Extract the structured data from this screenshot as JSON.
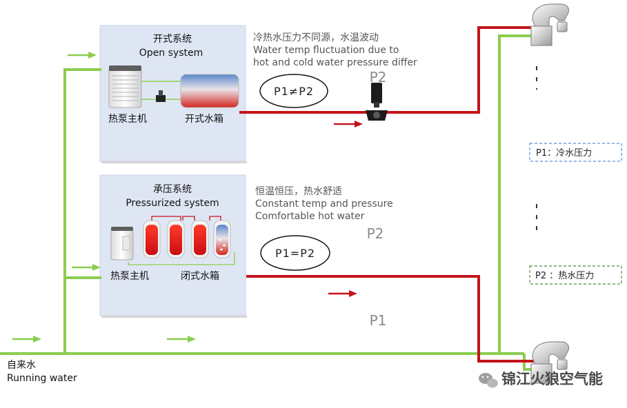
{
  "colors": {
    "hot_pipe": "#c4141b",
    "cold_pipe": "#8acd4f",
    "card_bg": "#dfe6f3",
    "card_border": "#c9d3e6",
    "legend_cold_border": "#5b8ed6",
    "legend_hot_border": "#4e8a3a"
  },
  "open_system": {
    "title_cn": "开式系统",
    "title_en": "Open system",
    "heat_pump_label": "热泵主机",
    "tank_label": "开式水箱",
    "note_cn": "冷热水压力不同源，水温波动",
    "note_en_1": "Water temp fluctuation due to",
    "note_en_2": "hot and cold water pressure differ",
    "pressure_relation": "P1≠P2",
    "p2_marker": "P2"
  },
  "pressurized_system": {
    "title_cn": "承压系统",
    "title_en": "Pressurized system",
    "heat_pump_label": "热泵主机",
    "tank_label": "闭式水箱",
    "note_cn": "恒温恒压，热水舒适",
    "note_en_1": "Constant temp and pressure",
    "note_en_2": "Comfortable hot water",
    "pressure_relation": "P1=P2",
    "p2_marker": "P2",
    "p1_marker": "P1"
  },
  "legend": {
    "p1": "P1：冷水压力",
    "p2": "P2 ：热水压力"
  },
  "running_water": {
    "cn": "自来水",
    "en": "Running water"
  },
  "brand": "锦江火狼空气能",
  "icons": [
    "faucet-icon",
    "heat-pump-icon",
    "valve-icon",
    "pump-icon",
    "water-tank-icon",
    "flow-arrow-icon",
    "wechat-icon"
  ]
}
